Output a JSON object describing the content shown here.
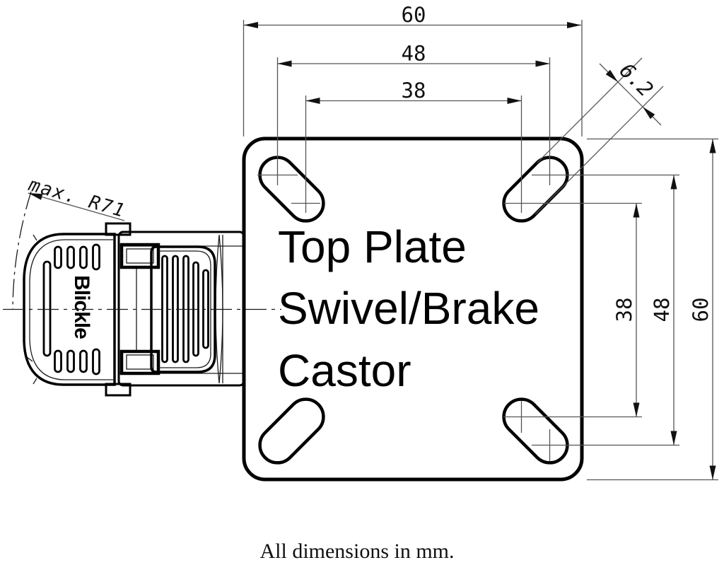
{
  "drawing": {
    "title_lines": [
      "Top Plate",
      "Swivel/Brake",
      "Castor"
    ],
    "footer_note": "All dimensions in mm.",
    "brand": "Blickle",
    "leader_label": "max. R71",
    "dimensions": {
      "top": [
        "60",
        "48",
        "38"
      ],
      "right": [
        "38",
        "48",
        "60"
      ],
      "slot_width": "6.2"
    },
    "colors": {
      "outline": "#000000",
      "dimension_lines": "#555555",
      "text": "#111111",
      "background": "#ffffff"
    }
  }
}
